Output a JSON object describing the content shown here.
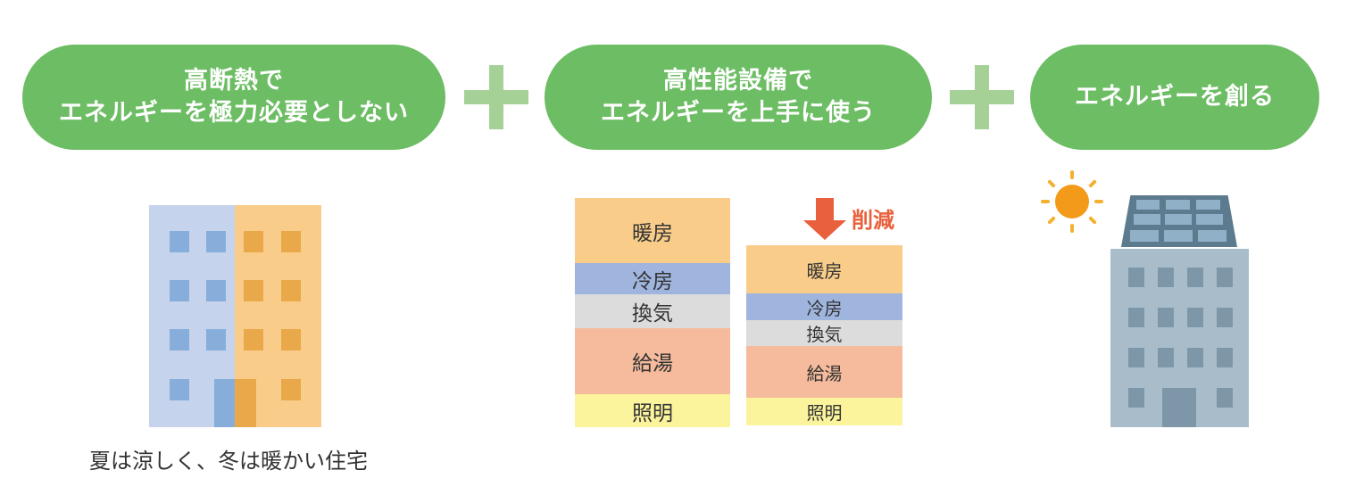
{
  "steps": [
    {
      "line1": "高断熱で",
      "line2": "エネルギーを極力必要としない"
    },
    {
      "line1": "高性能設備で",
      "line2": "エネルギーを上手に使う"
    },
    {
      "line1": "エネルギーを創る"
    }
  ],
  "building_caption": "夏は涼しく、冬は暖かい住宅",
  "energy_before": [
    "暖房",
    "冷房",
    "換気",
    "給湯",
    "照明"
  ],
  "energy_after": [
    "暖房",
    "冷房",
    "換気",
    "給湯",
    "照明"
  ],
  "reduction_label": "削減",
  "colors": {
    "pill_green": "#6cbd63",
    "plus_green": "#a5d197",
    "heating": "#f9cd89",
    "cooling": "#9fb5de",
    "ventilation": "#dcdcdc",
    "hot_water": "#f6bb9c",
    "lighting": "#fbf49c",
    "arrow": "#e8603c"
  }
}
